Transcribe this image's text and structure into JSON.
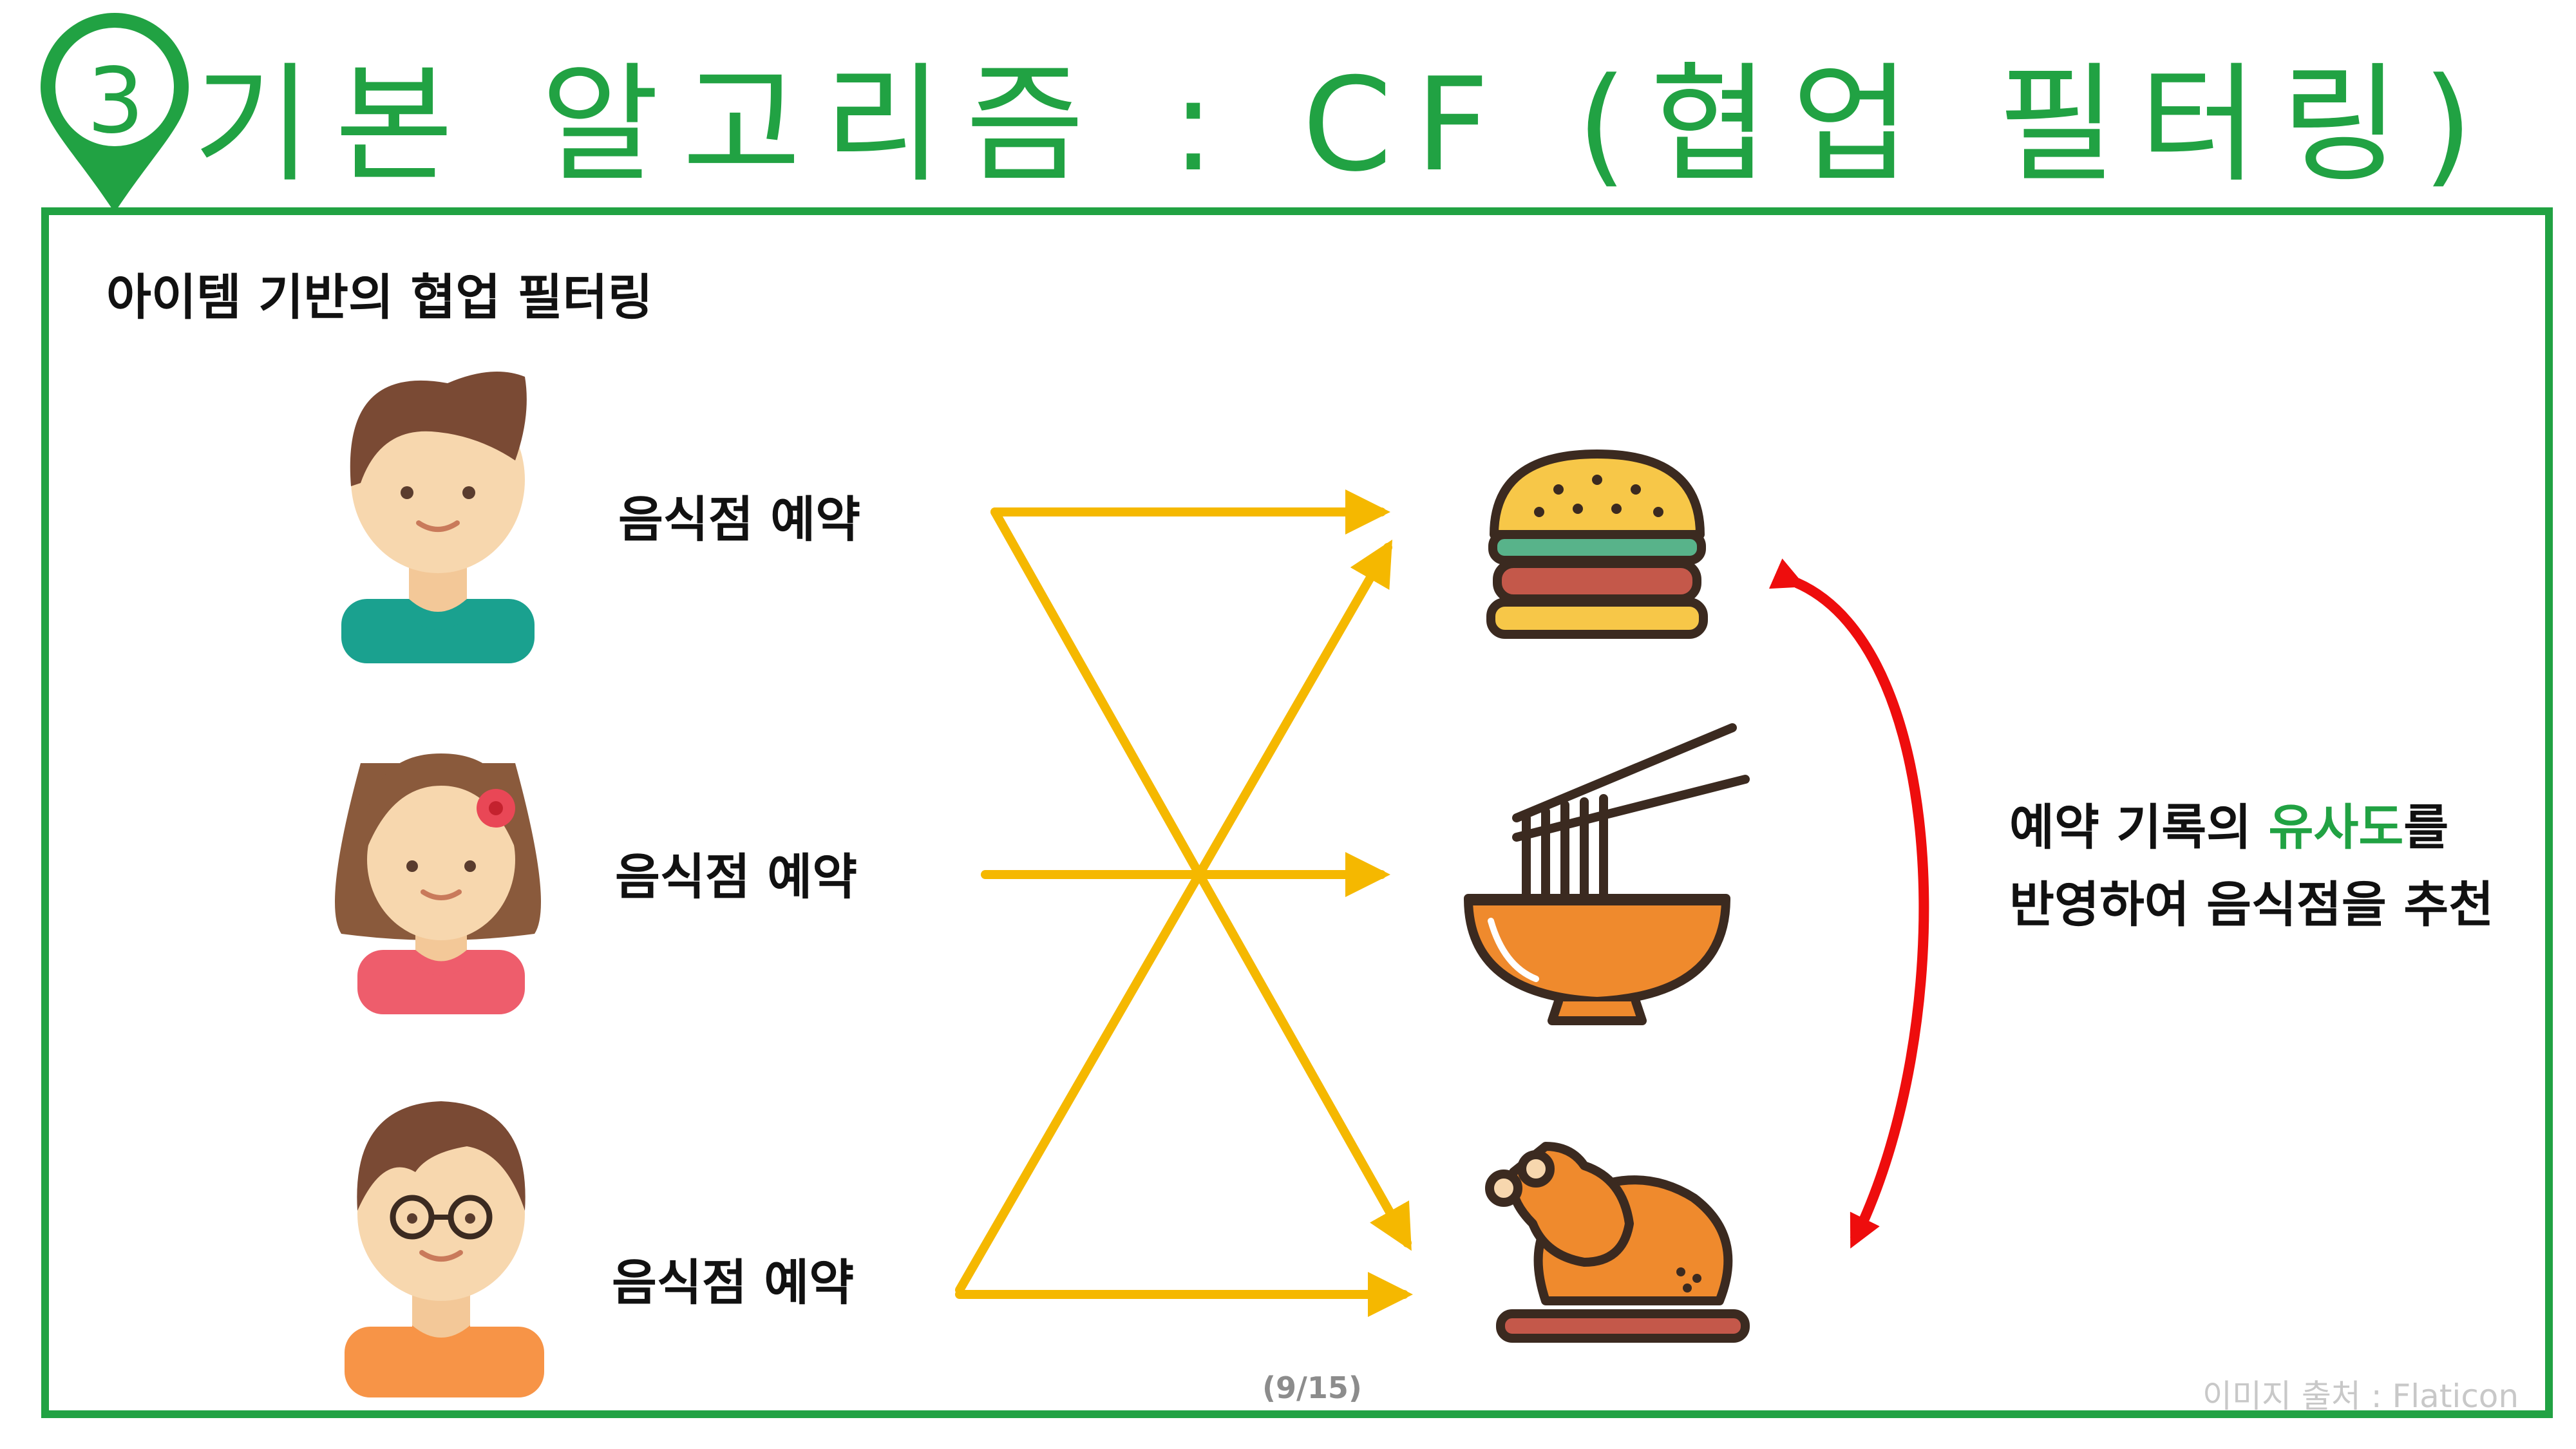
{
  "slide": {
    "step_number": "3",
    "title": "기본 알고리즘 : CF (협업 필터링)",
    "subtitle": "아이템 기반의 협업 필터링",
    "users": [
      {
        "action_label": "음식점 예약",
        "icon": "boy-avatar-icon"
      },
      {
        "action_label": "음식점 예약",
        "icon": "girl-avatar-icon"
      },
      {
        "action_label": "음식점 예약",
        "icon": "boy-glasses-avatar-icon"
      }
    ],
    "items": [
      {
        "icon": "hamburger-icon"
      },
      {
        "icon": "noodle-bowl-icon"
      },
      {
        "icon": "roast-chicken-icon"
      }
    ],
    "description": {
      "line1_before": "예약 기록의 ",
      "line1_highlight": "유사도",
      "line1_after": "를",
      "line2": "반영하여 음식점을 추천"
    },
    "page_indicator": "(9/15)",
    "image_credit": "이미지 출처 : Flaticon"
  },
  "colors": {
    "brand_green": "#21a243",
    "arrow_yellow": "#f5b800",
    "similarity_red": "#ee0d0d",
    "text": "#111111"
  }
}
